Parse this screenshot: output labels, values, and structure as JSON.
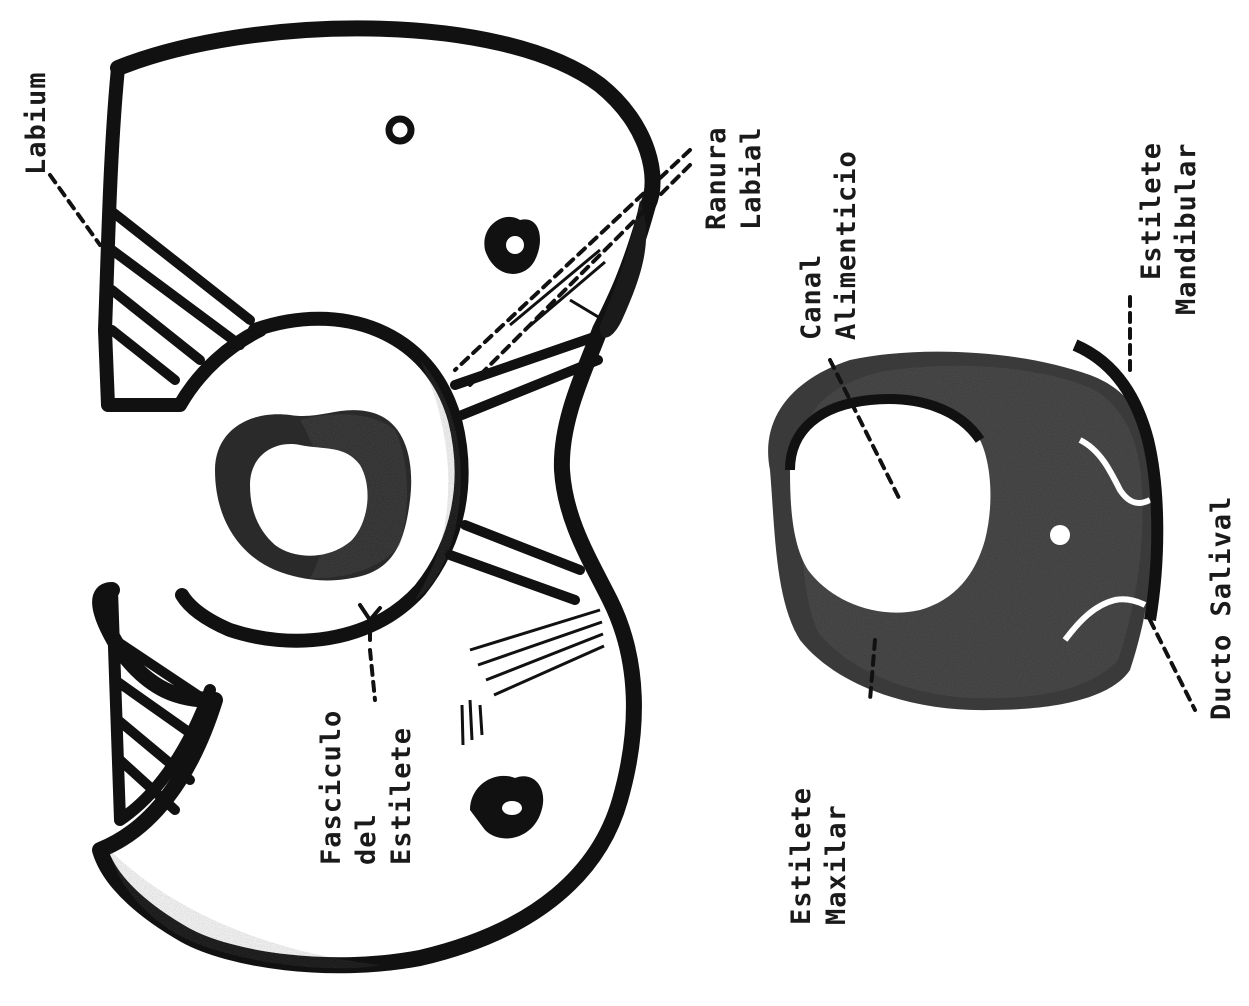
{
  "labels": {
    "labium": "Labium",
    "ranura_1": "Ranura",
    "ranura_2": "Labial",
    "canal_1": "Canal",
    "canal_2": "Alimenticio",
    "est_mand_1": "Estilete",
    "est_mand_2": "Mandibular",
    "fasc_1": "Fasciculo",
    "fasc_2": "del",
    "fasc_3": "Estilete",
    "est_max_1": "Estilete",
    "est_max_2": "Maxilar",
    "ducto": "Ducto Salival"
  }
}
